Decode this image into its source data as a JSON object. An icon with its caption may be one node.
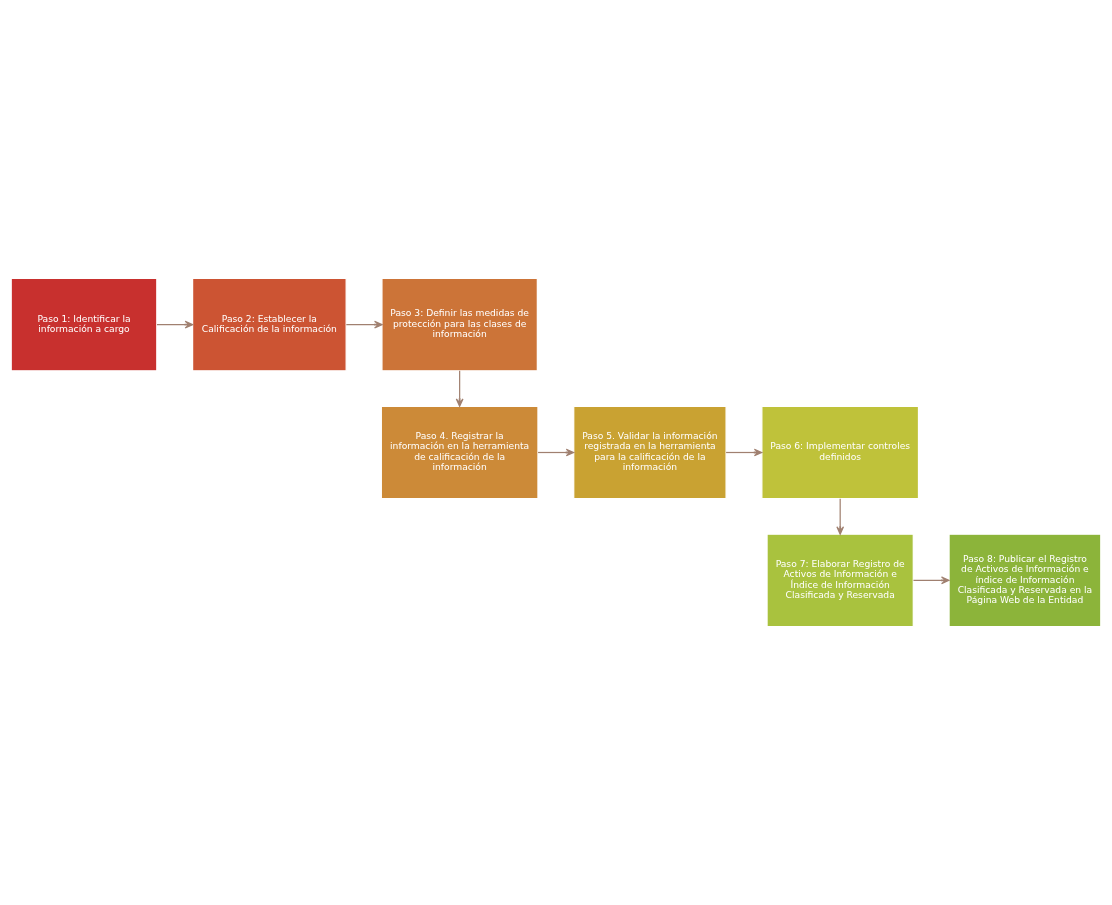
{
  "diagram": {
    "nodes": [
      {
        "text": [
          "Paso 1: Identificar la información a cargo"
        ]
      },
      {
        "text": [
          "Paso 2: Establecer la Calificación de la información"
        ]
      },
      {
        "text": [
          "Paso 3: Definir las medidas de protección para las clases de información"
        ]
      },
      {
        "text": [
          "Paso 4. Registrar la información en la herramienta de calificación de la información"
        ]
      },
      {
        "text": [
          "Paso 5. Validar la información registrada en la herramienta para la calificación de la información"
        ]
      },
      {
        "text": [
          "Paso 6: Implementar controles definidos"
        ]
      },
      {
        "text": [
          "Paso 7: Elaborar Registro de Activos de Información e Índice de Información Clasificada y Reservada"
        ]
      },
      {
        "text": [
          "Paso 8: Publicar el Registro de Activos de Información e índice de Información Clasificada y Reservada en la Página Web de la Entidad"
        ]
      }
    ],
    "edges": [
      {
        "from": 0,
        "to": 1,
        "arrow": "to"
      },
      {
        "from": 1,
        "to": 2,
        "arrow": "to"
      },
      {
        "from": 2,
        "to": 3,
        "arrow": "to"
      },
      {
        "from": 3,
        "to": 4,
        "arrow": "to"
      },
      {
        "from": 4,
        "to": 5,
        "arrow": "to"
      },
      {
        "from": 5,
        "to": 6,
        "arrow": "to"
      },
      {
        "from": 6,
        "to": 7,
        "arrow": "to"
      }
    ]
  }
}
